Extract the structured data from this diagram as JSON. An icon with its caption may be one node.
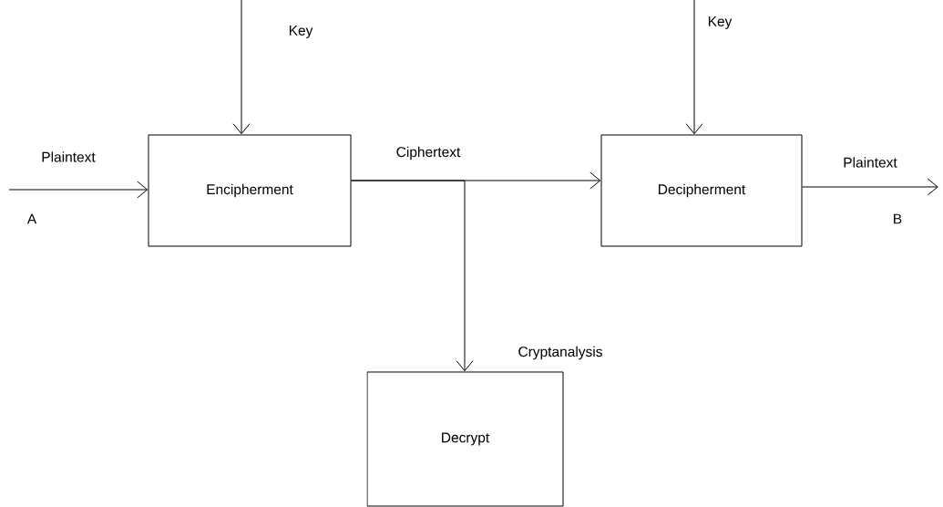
{
  "diagram": {
    "nodes": [
      {
        "text": [
          "Encipherment"
        ]
      },
      {
        "text": [
          "Decipherment"
        ]
      },
      {
        "text": [
          "Decrypt"
        ]
      }
    ],
    "edges": [
      {
        "from": null,
        "to": 0,
        "arrow": "to",
        "label": "Key"
      },
      {
        "from": null,
        "to": 1,
        "arrow": "to",
        "label": "Key"
      },
      {
        "from": null,
        "to": 0,
        "arrow": "to",
        "label": "Plaintext"
      },
      {
        "from": 0,
        "to": 1,
        "arrow": "to",
        "label": "Ciphertext"
      },
      {
        "from": 0,
        "to": 2,
        "arrow": "to",
        "label": "Cryptanalysis"
      },
      {
        "from": 1,
        "to": null,
        "arrow": "to",
        "label": "Plaintext"
      }
    ],
    "labels": [
      "A",
      "B"
    ]
  }
}
